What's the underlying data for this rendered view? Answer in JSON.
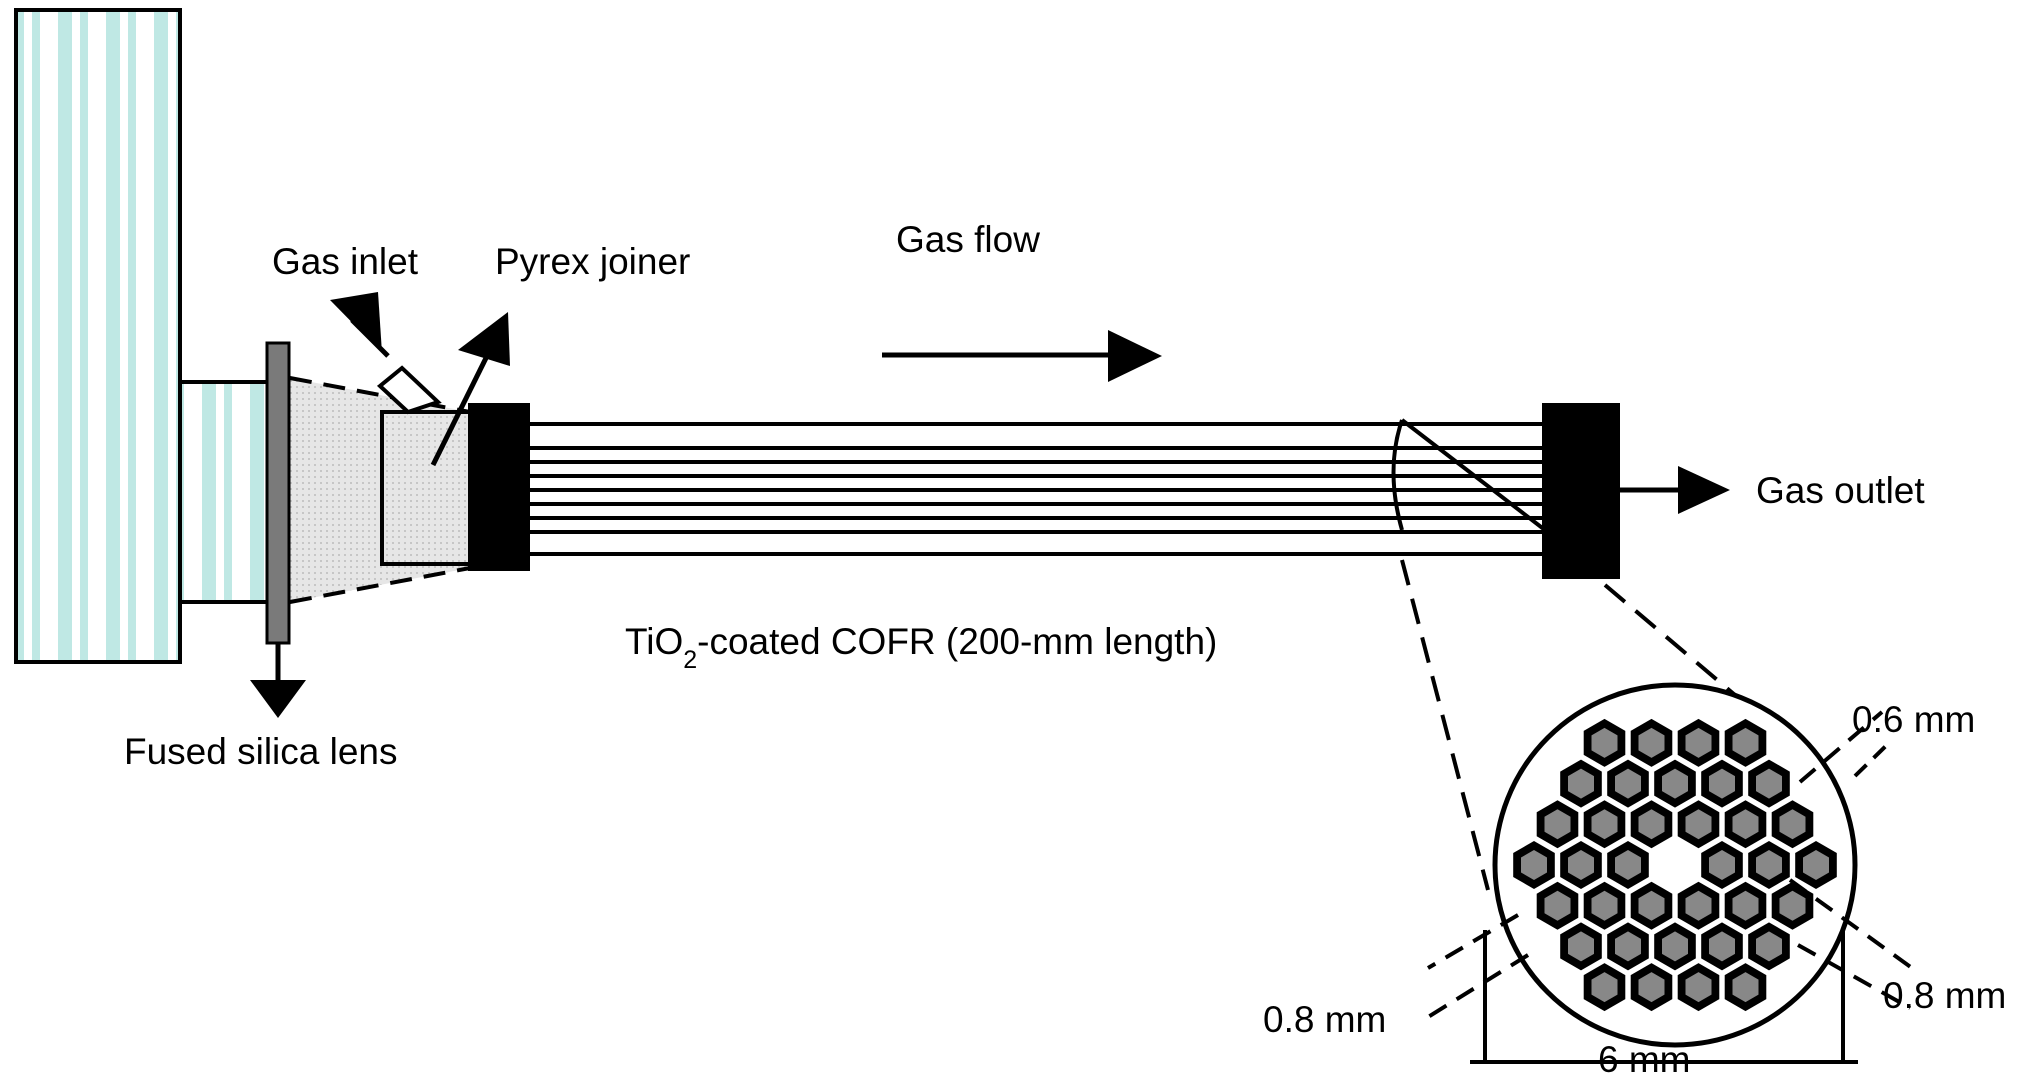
{
  "labels": {
    "gas_inlet": "Gas inlet",
    "pyrex_joiner": "Pyrex joiner",
    "gas_flow": "Gas flow",
    "gas_outlet": "Gas outlet",
    "lens": "Fused silica lens",
    "cofr_prefix": "TiO",
    "cofr_subscript": "2",
    "cofr_suffix": "-coated COFR (200-mm length)",
    "dim_top_right": "0.6 mm",
    "dim_bottom_left": "0.8 mm",
    "dim_bottom_right": "0.8 mm",
    "dim_diameter": "6 mm"
  },
  "colors": {
    "lamp_stripe": "#bfe8e4",
    "hexagon_fill": "#888888",
    "lens_fill": "#7a7a7a",
    "light_cone": "#e6e6e6",
    "ink": "#000000"
  }
}
